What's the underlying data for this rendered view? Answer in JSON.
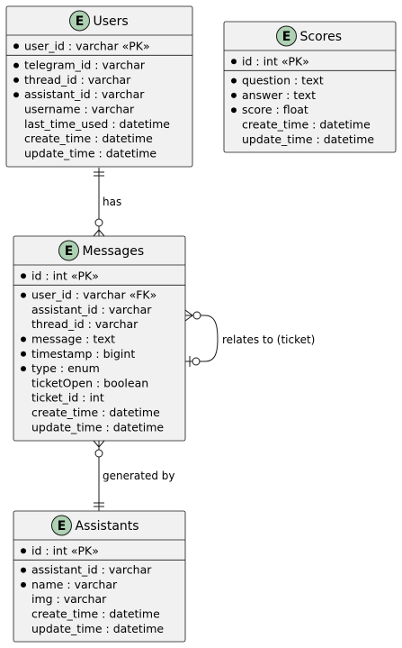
{
  "entities": [
    {
      "id": "users",
      "name": "Users",
      "icon": "E",
      "pk": [
        {
          "text": "user_id : varchar «PK»",
          "bullet": true
        }
      ],
      "fields": [
        {
          "text": "telegram_id : varchar",
          "bullet": true
        },
        {
          "text": "thread_id : varchar",
          "bullet": true
        },
        {
          "text": "assistant_id : varchar",
          "bullet": true
        },
        {
          "text": "username : varchar",
          "bullet": false
        },
        {
          "text": "last_time_used : datetime",
          "bullet": false
        },
        {
          "text": "create_time : datetime",
          "bullet": false
        },
        {
          "text": "update_time : datetime",
          "bullet": false
        }
      ]
    },
    {
      "id": "scores",
      "name": "Scores",
      "icon": "E",
      "pk": [
        {
          "text": "id : int «PK»",
          "bullet": true
        }
      ],
      "fields": [
        {
          "text": "question : text",
          "bullet": true
        },
        {
          "text": "answer : text",
          "bullet": true
        },
        {
          "text": "score : float",
          "bullet": true
        },
        {
          "text": "create_time : datetime",
          "bullet": false
        },
        {
          "text": "update_time : datetime",
          "bullet": false
        }
      ]
    },
    {
      "id": "messages",
      "name": "Messages",
      "icon": "E",
      "pk": [
        {
          "text": "id : int «PK»",
          "bullet": true
        }
      ],
      "fields": [
        {
          "text": "user_id : varchar «FK»",
          "bullet": true
        },
        {
          "text": "assistant_id : varchar",
          "bullet": false
        },
        {
          "text": "thread_id : varchar",
          "bullet": false
        },
        {
          "text": "message : text",
          "bullet": true
        },
        {
          "text": "timestamp : bigint",
          "bullet": true
        },
        {
          "text": "type : enum",
          "bullet": true
        },
        {
          "text": "ticketOpen : boolean",
          "bullet": false
        },
        {
          "text": "ticket_id : int",
          "bullet": false
        },
        {
          "text": "create_time : datetime",
          "bullet": false
        },
        {
          "text": "update_time : datetime",
          "bullet": false
        }
      ]
    },
    {
      "id": "assistants",
      "name": "Assistants",
      "icon": "E",
      "pk": [
        {
          "text": "id : int «PK»",
          "bullet": true
        }
      ],
      "fields": [
        {
          "text": "assistant_id : varchar",
          "bullet": true
        },
        {
          "text": "name : varchar",
          "bullet": true
        },
        {
          "text": "img : varchar",
          "bullet": false
        },
        {
          "text": "create_time : datetime",
          "bullet": false
        },
        {
          "text": "update_time : datetime",
          "bullet": false
        }
      ]
    }
  ],
  "relations": [
    {
      "id": "users-messages",
      "label": "has"
    },
    {
      "id": "messages-self",
      "label": "relates to (ticket)"
    },
    {
      "id": "messages-assistants",
      "label": "generated by"
    }
  ],
  "colors": {
    "entity_fill": "#f1f1f1",
    "border": "#181818",
    "icon_fill": "#add1b2"
  }
}
